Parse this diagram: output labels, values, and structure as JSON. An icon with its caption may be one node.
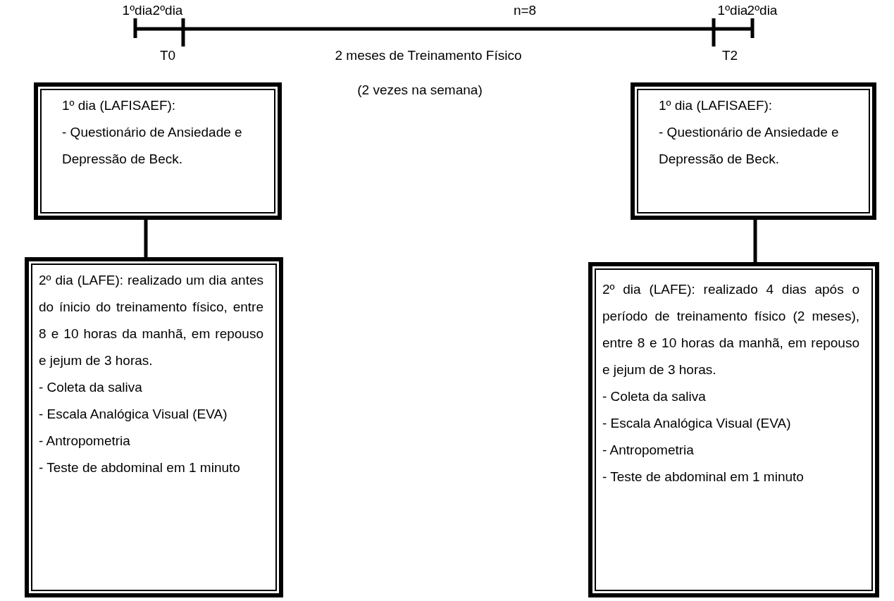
{
  "diagram": {
    "nodes": [
      {
        "text": [
          "1º dia (LAFISAEF):",
          "- Questionário de Ansiedade e Depressão de Beck."
        ]
      },
      {
        "text": [
          "2º dia (LAFE): realizado um dia antes do ínicio do treinamento físico, entre 8 e 10 horas da manhã, em repouso e jejum de 3 horas.",
          "- Coleta da saliva",
          "- Escala Analógica Visual (EVA)",
          "- Antropometria",
          "- Teste de abdominal em 1 minuto"
        ]
      },
      {
        "text": [
          "1º dia (LAFISAEF):",
          "- Questionário de Ansiedade e Depressão de Beck."
        ]
      },
      {
        "text": [
          "2º dia (LAFE): realizado 4 dias após o período de treinamento físico (2 meses), entre 8 e 10 horas da manhã, em repouso e jejum de 3 horas.",
          "- Coleta da saliva",
          "- Escala Analógica Visual (EVA)",
          "- Antropometria",
          "- Teste de abdominal em 1 minuto"
        ]
      }
    ],
    "edges": [
      {
        "from": 0,
        "to": 1,
        "arrow": "none"
      },
      {
        "from": 2,
        "to": 3,
        "arrow": "none"
      }
    ],
    "labels": [
      "1ºdia",
      "2ºdia",
      "n=8",
      "1ºdia",
      "2ºdia",
      "T0",
      "2 meses de Treinamento Físico",
      "T2",
      "(2 vezes na semana)"
    ]
  }
}
